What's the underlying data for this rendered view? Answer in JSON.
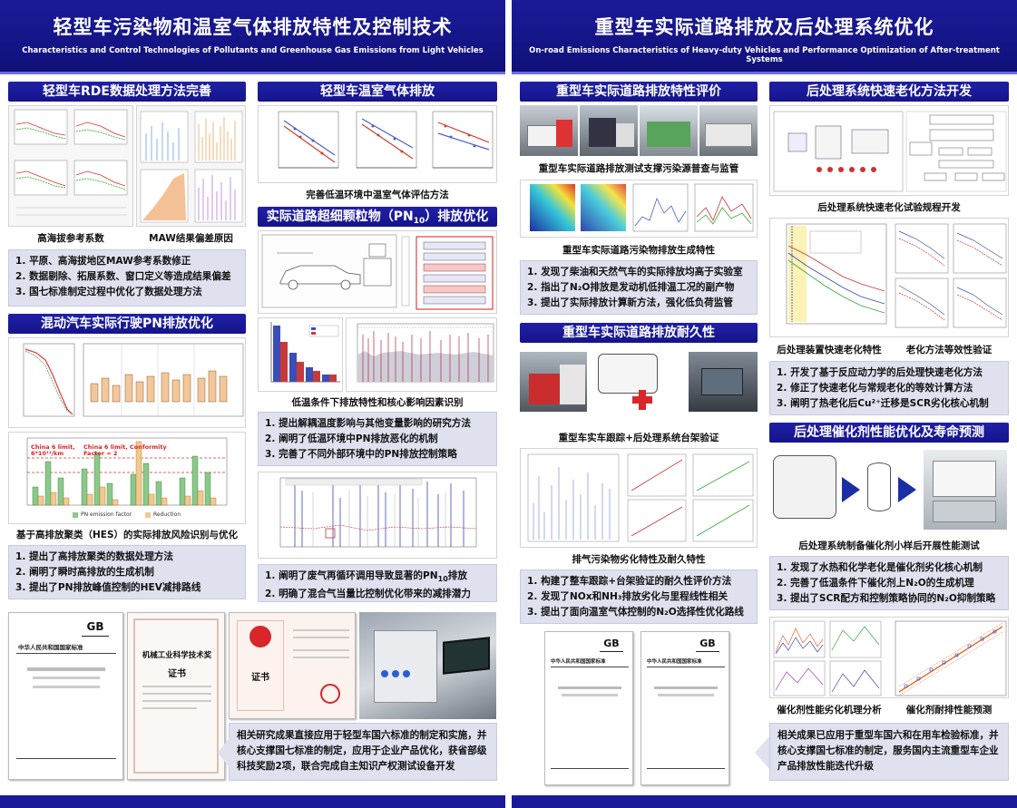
{
  "left": {
    "header": {
      "title_cn": "轻型车污染物和温室气体排放特性及控制技术",
      "title_en": "Characteristics and Control Technologies of Pollutants and Greenhouse Gas Emissions from Light Vehicles"
    },
    "rde": {
      "title": "轻型车RDE数据处理方法完善",
      "captions": [
        "高海拔参考系数",
        "MAW结果偏差原因"
      ],
      "bullets": [
        "1. 平原、高海拔地区MAW参考系数修正",
        "2. 数据剔除、拓展系数、窗口定义等造成结果偏差",
        "3. 国七标准制定过程中优化了数据处理方法"
      ]
    },
    "ghg": {
      "title": "轻型车温室气体排放",
      "caption": "完善低温环境中温室气体评估方法"
    },
    "pn10": {
      "title_main": "实际道路超细颗粒物（PN",
      "title_sub": "10",
      "title_end": "）排放优化",
      "caption": "低温条件下排放特性和核心影响因素识别",
      "bullets": [
        "1. 提出解耦温度影响与其他变量影响的研究方法",
        "2. 阐明了低温环境中PN排放恶化的机制",
        "3. 完善了不同外部环境中的PN排放控制策略"
      ]
    },
    "hybrid": {
      "title": "混动汽车实际行驶PN排放优化",
      "caption": "基于高排放聚类（HES）的实际排放风险识别与优化",
      "bullets": [
        "1. 提出了高排放聚类的数据处理方法",
        "2. 阐明了瞬时高排放的生成机制",
        "3. 提出了PN排放峰值控制的HEV减排路线"
      ],
      "chart_labels": [
        "China 6 limit, 6*10¹¹/km",
        "China 6 limit, Conformity Factor = 2"
      ],
      "legend": [
        "PN emission factor",
        "Reduction"
      ]
    },
    "egr": {
      "bullets_a": "1. 阐明了废气再循环调用导致显著的PN",
      "bullets_a_sub": "10",
      "bullets_a_end": "排放",
      "bullets_b": "2. 明确了混合气当量比控制优化带来的减排潜力"
    },
    "docs": {
      "gb": "中华人民共和国国家标准",
      "cert_title": "机械工业科学技术奖",
      "cert_word": "证书",
      "cert3_word": "证书"
    },
    "summary": "相关研究成果直接应用于轻型车国六标准的制定和实施，并核心支撑国七标准的制定，应用于企业产品优化，获省部级科技奖励2项，联合完成自主知识产权测试设备开发"
  },
  "right": {
    "header": {
      "title_cn": "重型车实际道路排放及后处理系统优化",
      "title_en": "On-road Emissions Characteristics of Heavy-duty Vehicles and Performance Optimization of After-treatment Systems"
    },
    "onroad": {
      "title": "重型车实际道路排放特性评价",
      "caption1": "重型车实际道路排放测试支撑污染源普查与监管",
      "caption2": "重型车实际道路污染物排放生成特性",
      "bullets": [
        "1. 发现了柴油和天然气车的实际排放均高于实验室",
        "2. 指出了N₂O排放是发动机低排温工况的副产物",
        "3. 提出了实际排放计算新方法，强化低负荷监管"
      ]
    },
    "durability": {
      "title": "重型车实际道路排放耐久性",
      "caption1": "重型车实车跟踪+后处理系统台架验证",
      "caption2": "排气污染物劣化特性及耐久特性",
      "bullets": [
        "1. 构建了整车跟踪+台架验证的耐久性评价方法",
        "2. 发现了NOx和NH₃排放劣化与里程线性相关",
        "3. 提出了面向温室气体控制的N₂O选择性优化路线"
      ]
    },
    "aging": {
      "title": "后处理系统快速老化方法开发",
      "caption1": "后处理系统快速老化试验规程开发",
      "caption2a": "后处理装置快速老化特性",
      "caption2b": "老化方法等效性验证",
      "bullets": [
        "1. 开发了基于反应动力学的后处理快速老化方法",
        "2. 修正了快速老化与常规老化的等效计算方法",
        "3. 阐明了热老化后Cu²⁺迁移是SCR劣化核心机制"
      ]
    },
    "catalyst": {
      "title": "后处理催化剂性能优化及寿命预测",
      "caption1": "后处理系统制备催化剂小样后开展性能测试",
      "caption2a": "催化剂性能劣化机理分析",
      "caption2b": "催化剂耐排性能预测",
      "bullets": [
        "1. 发现了水热和化学老化是催化剂劣化核心机制",
        "2. 完善了低温条件下催化剂上N₂O的生成机理",
        "3. 提出了SCR配方和控制策略协同的N₂O抑制策略"
      ]
    },
    "docs": {
      "gb": "中华人民共和国国家标准"
    },
    "summary": "相关成果已应用于重型车国六和在用车检验标准，并核心支撑国七标准的制定，服务国内主流重型车企业产品排放性能迭代升级"
  },
  "colors": {
    "header_blue": "#1b1b9a",
    "section_blue": "#2020a8",
    "bullet_bg": "#dfe1ef",
    "accent_red": "#d9262b"
  }
}
